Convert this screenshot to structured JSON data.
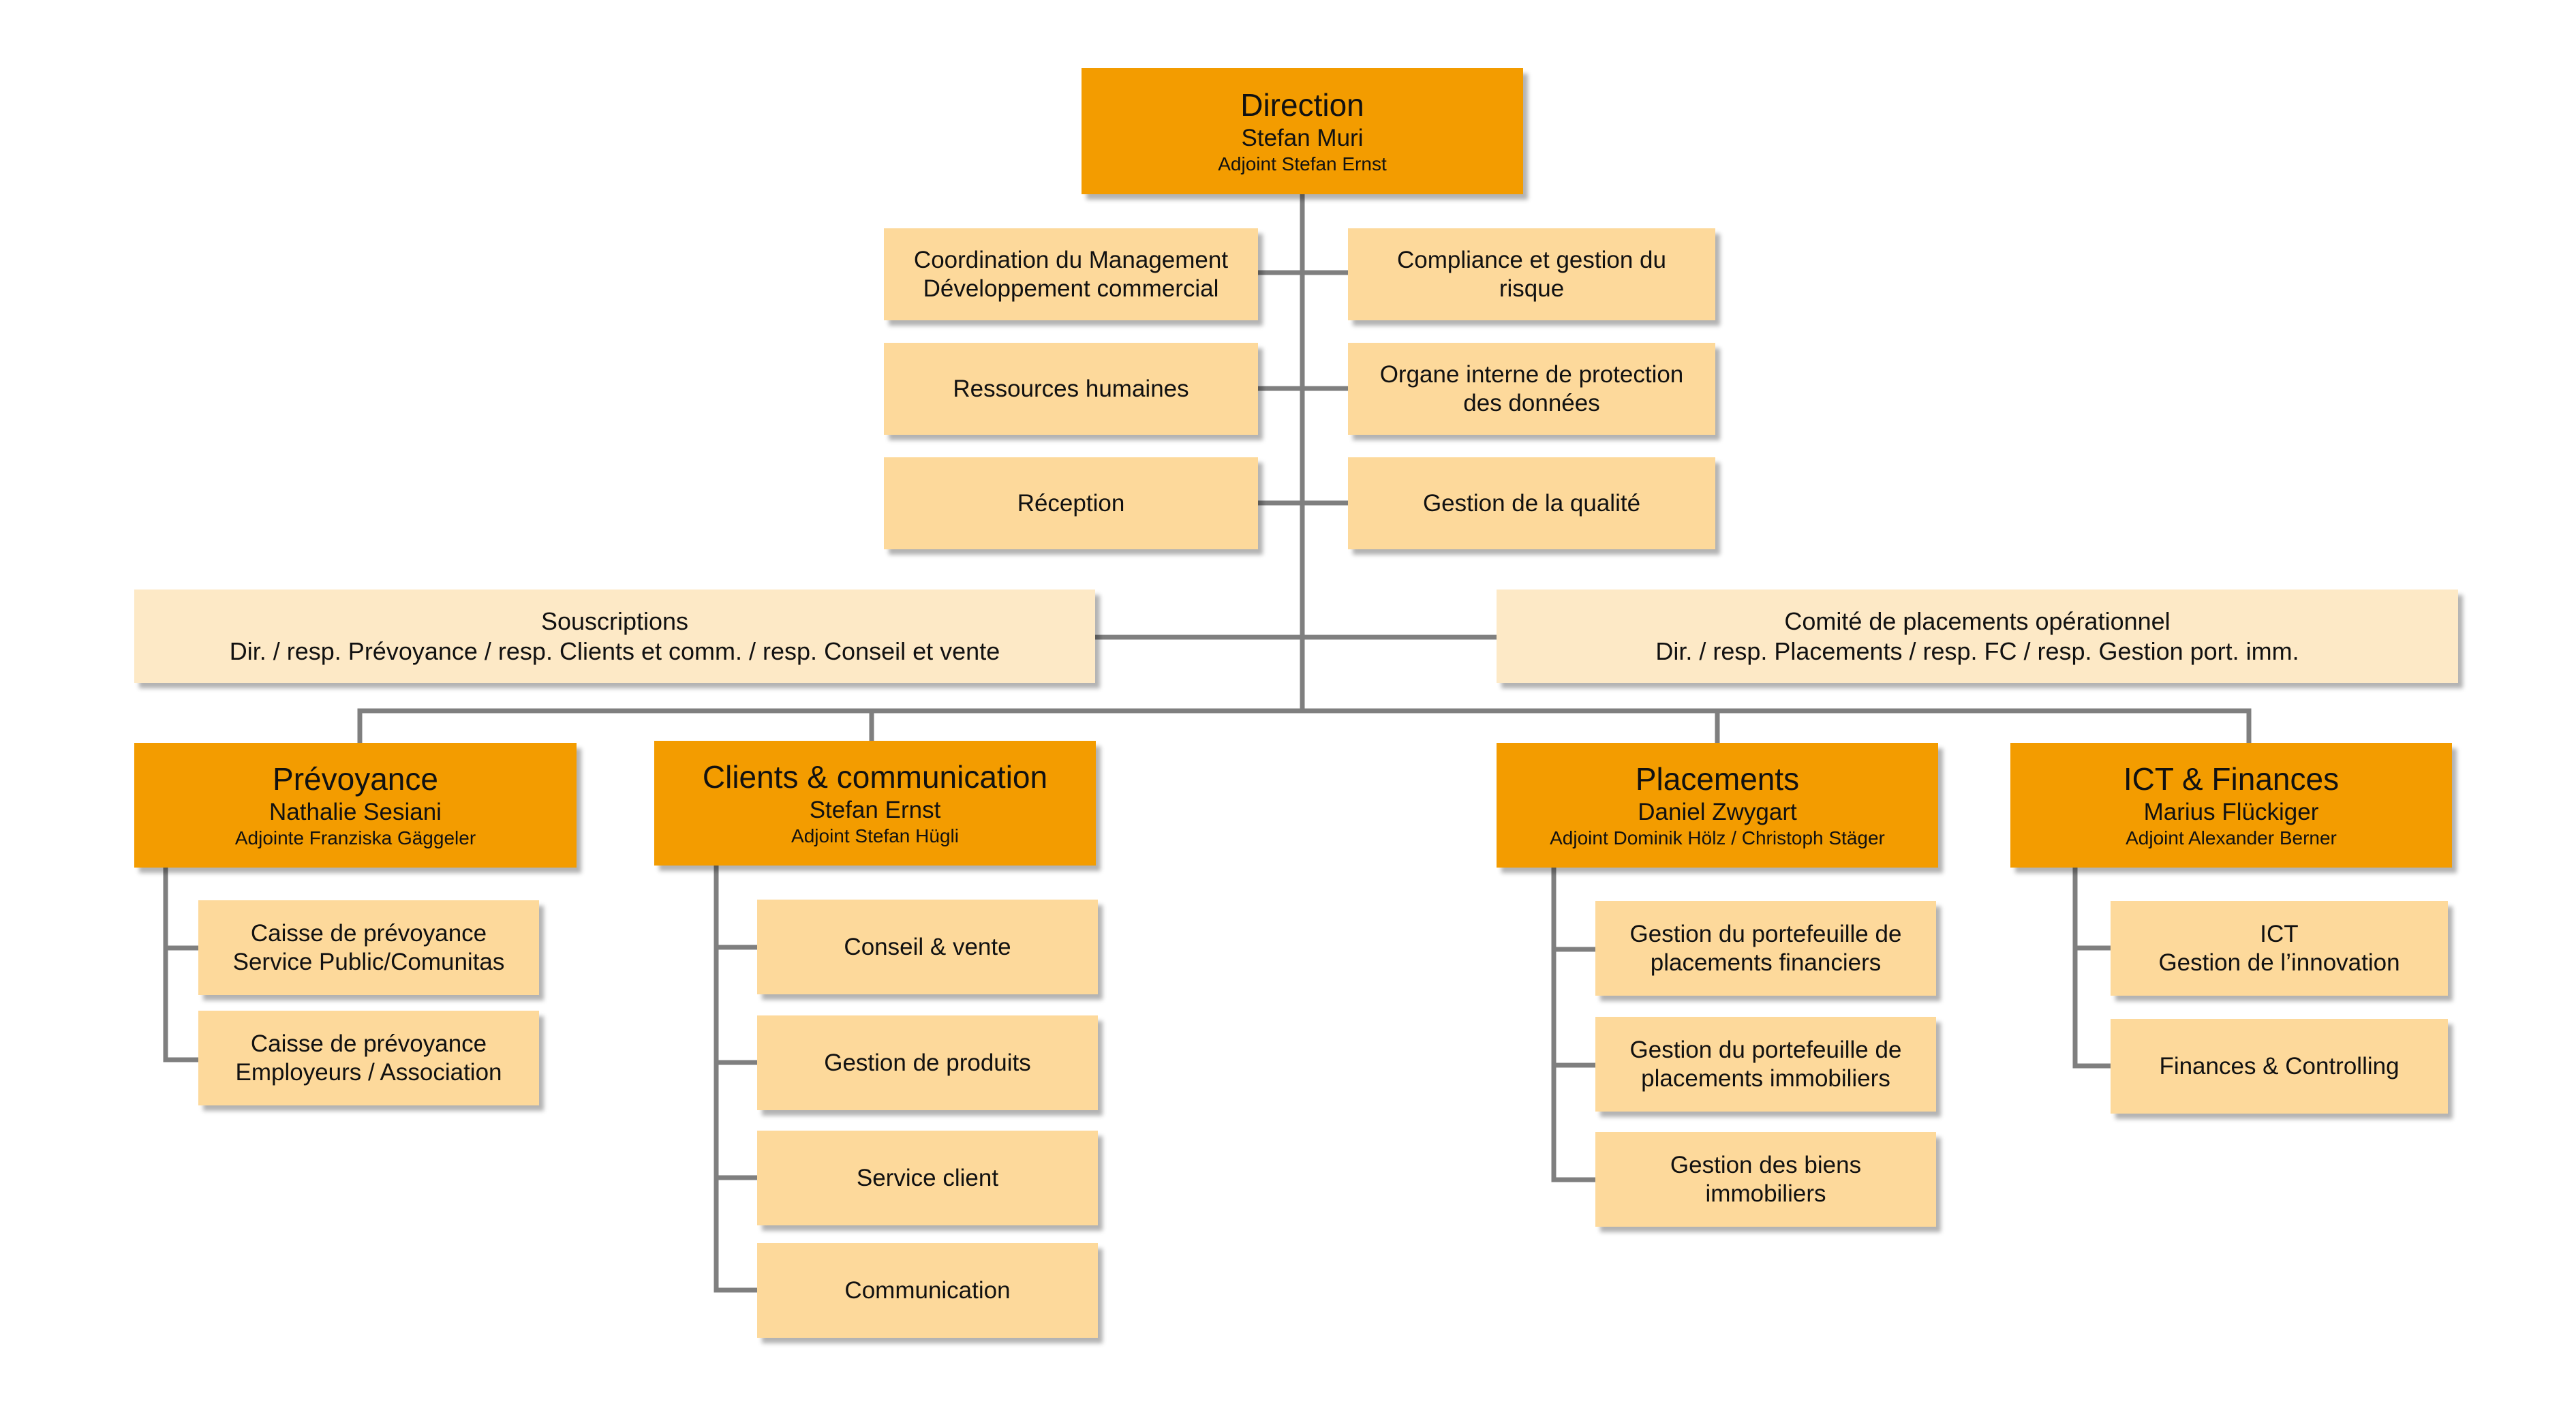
{
  "direction": {
    "title": "Direction",
    "name": "Stefan Muri",
    "deputy": "Adjoint Stefan Ernst"
  },
  "staff": {
    "left": [
      {
        "line1": "Coordination du Management",
        "line2": "Développement commercial"
      },
      {
        "line1": "Ressources humaines",
        "line2": ""
      },
      {
        "line1": "Réception",
        "line2": ""
      }
    ],
    "right": [
      {
        "line1": "Compliance et gestion du",
        "line2": "risque"
      },
      {
        "line1": "Organe interne de protection",
        "line2": "des données"
      },
      {
        "line1": "Gestion de la qualité",
        "line2": ""
      }
    ]
  },
  "committees": [
    {
      "title": "Souscriptions",
      "members": "Dir. / resp. Prévoyance / resp. Clients et comm. / resp. Conseil et vente"
    },
    {
      "title": "Comité de placements opérationnel",
      "members": "Dir. / resp. Placements / resp. FC / resp. Gestion port. imm."
    }
  ],
  "departments": [
    {
      "title": "Prévoyance",
      "head": "Nathalie Sesiani",
      "deputy": "Adjointe Franziska Gäggeler",
      "units": [
        {
          "line1": "Caisse de prévoyance",
          "line2": "Service Public/Comunitas"
        },
        {
          "line1": "Caisse de prévoyance",
          "line2": "Employeurs / Association"
        }
      ]
    },
    {
      "title": "Clients & communication",
      "head": "Stefan Ernst",
      "deputy": "Adjoint Stefan Hügli",
      "units": [
        {
          "line1": "Conseil & vente",
          "line2": ""
        },
        {
          "line1": "Gestion de produits",
          "line2": ""
        },
        {
          "line1": "Service client",
          "line2": ""
        },
        {
          "line1": "Communication",
          "line2": ""
        }
      ]
    },
    {
      "title": "Placements",
      "head": "Daniel Zwygart",
      "deputy": "Adjoint Dominik Hölz / Christoph Stäger",
      "units": [
        {
          "line1": "Gestion du portefeuille de",
          "line2": "placements financiers"
        },
        {
          "line1": "Gestion du portefeuille de",
          "line2": "placements immobiliers"
        },
        {
          "line1": "Gestion des biens",
          "line2": "immobiliers"
        }
      ]
    },
    {
      "title": "ICT & Finances",
      "head": "Marius Flückiger",
      "deputy": "Adjoint Alexander Berner",
      "units": [
        {
          "line1": "ICT",
          "line2": "Gestion de l’innovation"
        },
        {
          "line1": "Finances & Controlling",
          "line2": ""
        }
      ]
    }
  ],
  "colors": {
    "primary": "#f39c00",
    "secondary": "#fdd99b",
    "committee": "#fde9c6",
    "connector": "#7f7f7f"
  }
}
